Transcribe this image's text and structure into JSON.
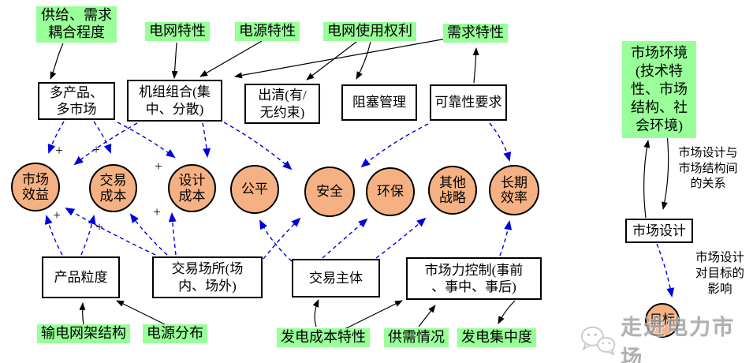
{
  "polarity_sign": "+",
  "colors": {
    "factor_label_bg": "#99ff99",
    "objective_circle_fill": "#f5b183",
    "influence_arrow": "#0000dd",
    "factor_arrow": "#000000",
    "box_border": "#000000"
  },
  "nodes": {
    "top_factors": [
      "供给、需求耦合程度",
      "电网特性",
      "电源特性",
      "电网使用权利",
      "需求特性"
    ],
    "top_elements": [
      "多产品、多市场",
      "机组组合(集中、分散)",
      "出清(有/无约束)",
      "阻塞管理",
      "可靠性要求"
    ],
    "objectives": [
      "市场效益",
      "交易成本",
      "设计成本",
      "公平",
      "安全",
      "环保",
      "其他战略",
      "长期效率"
    ],
    "bottom_elements": [
      "产品粒度",
      "交易场所(场内、场外)",
      "交易主体",
      "市场力控制(事前、事中、事后)"
    ],
    "bottom_factors": [
      "输电网架结构",
      "电源分布",
      "发电成本特性",
      "供需情况",
      "发电集中度"
    ]
  },
  "side_panel": {
    "environment_box": "市场环境(技术特性、市场结构、社会环境)",
    "relation_note": "市场设计与市场结构间的关系",
    "design_box": "市场设计",
    "impact_note": "市场设计对目标的影响",
    "goal_circle": "目标"
  },
  "watermark": {
    "icon": "wechat-icon",
    "text": "走进电力市场"
  },
  "edges": {
    "factor_arrows": [
      {
        "from": "供给、需求耦合程度",
        "to": "多产品、多市场"
      },
      {
        "from": "电网特性",
        "to": "机组组合(集中、分散)"
      },
      {
        "from": "电源特性",
        "to": "机组组合(集中、分散)"
      },
      {
        "from": "需求特性",
        "to": "机组组合(集中、分散)"
      },
      {
        "from": "电网使用权利",
        "to": "出清(有/无约束)"
      },
      {
        "from": "电网使用权利",
        "to": "阻塞管理"
      },
      {
        "from": "可靠性要求",
        "to": "需求特性"
      },
      {
        "from": "输电网架结构",
        "to": "产品粒度"
      },
      {
        "from": "电源分布",
        "to": "产品粒度"
      },
      {
        "from": "发电成本特性",
        "to": "交易主体"
      },
      {
        "from": "发电成本特性",
        "to": "市场力控制(事前、事中、事后)"
      },
      {
        "from": "供需情况",
        "to": "市场力控制(事前、事中、事后)"
      },
      {
        "from": "市场力控制(事前、事中、事后)",
        "to": "发电集中度"
      }
    ],
    "influence_arrows": [
      {
        "from": "多产品、多市场",
        "to": "市场效益",
        "sign": "+"
      },
      {
        "from": "多产品、多市场",
        "to": "交易成本",
        "sign": "+"
      },
      {
        "from": "多产品、多市场",
        "to": "设计成本",
        "sign": "+"
      },
      {
        "from": "机组组合(集中、分散)",
        "to": "市场效益",
        "sign": ""
      },
      {
        "from": "机组组合(集中、分散)",
        "to": "设计成本",
        "sign": ""
      },
      {
        "from": "机组组合(集中、分散)",
        "to": "安全",
        "sign": ""
      },
      {
        "from": "可靠性要求",
        "to": "安全",
        "sign": ""
      },
      {
        "from": "可靠性要求",
        "to": "长期效率",
        "sign": ""
      },
      {
        "from": "产品粒度",
        "to": "市场效益",
        "sign": "+"
      },
      {
        "from": "产品粒度",
        "to": "交易成本",
        "sign": "+"
      },
      {
        "from": "交易场所(场内、场外)",
        "to": "市场效益",
        "sign": ""
      },
      {
        "from": "交易场所(场内、场外)",
        "to": "交易成本",
        "sign": ""
      },
      {
        "from": "交易场所(场内、场外)",
        "to": "设计成本",
        "sign": "+"
      },
      {
        "from": "交易场所(场内、场外)",
        "to": "安全",
        "sign": ""
      },
      {
        "from": "交易主体",
        "to": "公平",
        "sign": ""
      },
      {
        "from": "交易主体",
        "to": "环保",
        "sign": ""
      },
      {
        "from": "交易主体",
        "to": "其他战略",
        "sign": ""
      },
      {
        "from": "市场力控制(事前、事中、事后)",
        "to": "长期效率",
        "sign": ""
      },
      {
        "from": "市场设计",
        "to": "目标",
        "sign": ""
      }
    ],
    "side_arrows": [
      {
        "from": "市场设计",
        "to": "市场环境(技术特性、市场结构、社会环境)"
      },
      {
        "from": "市场环境(技术特性、市场结构、社会环境)",
        "to": "市场设计"
      }
    ]
  }
}
